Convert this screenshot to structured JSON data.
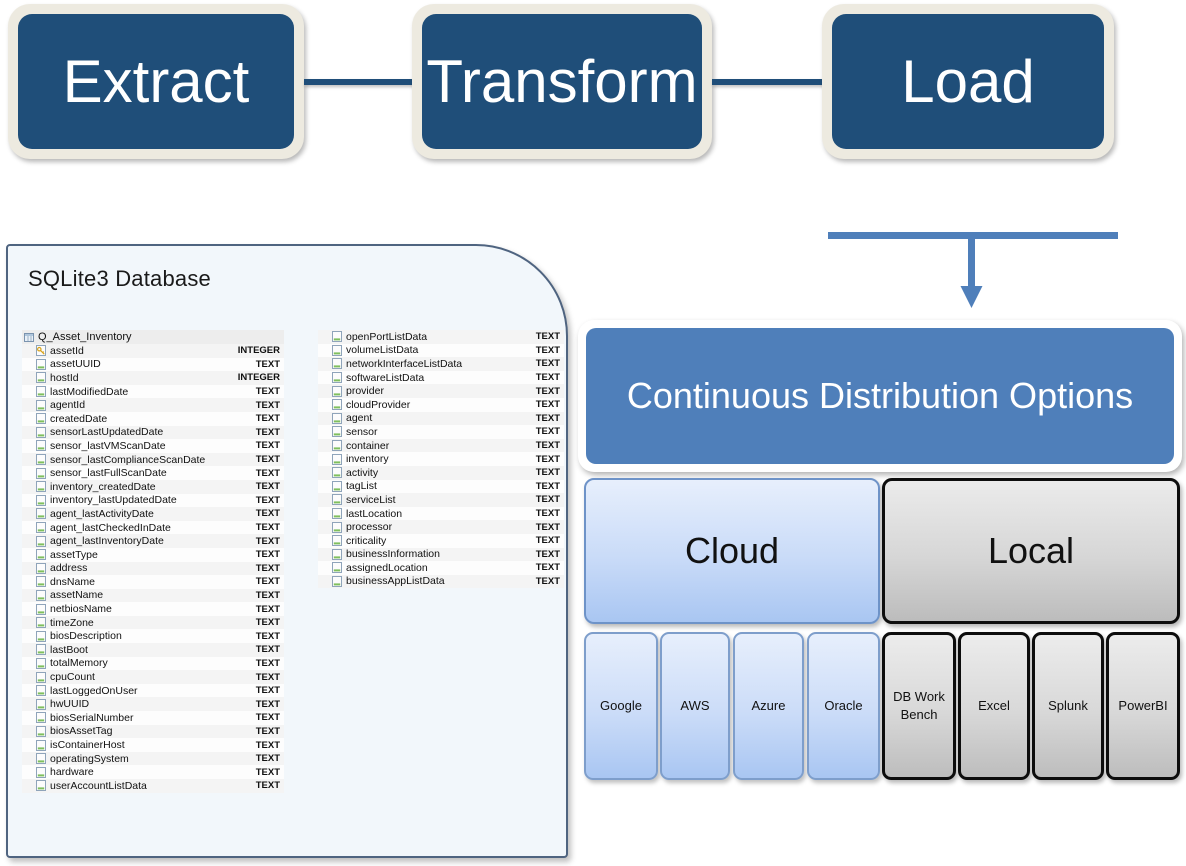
{
  "etl": {
    "steps": [
      {
        "label": "Extract"
      },
      {
        "label": "Transform"
      },
      {
        "label": "Load"
      }
    ]
  },
  "database": {
    "title": "SQLite3 Database",
    "table_name": "Q_Asset_Inventory",
    "columns_left": [
      {
        "name": "assetId",
        "type": "INTEGER",
        "icon": "primary-key-icon"
      },
      {
        "name": "assetUUID",
        "type": "TEXT",
        "icon": "column-icon"
      },
      {
        "name": "hostId",
        "type": "INTEGER",
        "icon": "column-icon"
      },
      {
        "name": "lastModifiedDate",
        "type": "TEXT",
        "icon": "column-icon"
      },
      {
        "name": "agentId",
        "type": "TEXT",
        "icon": "column-icon"
      },
      {
        "name": "createdDate",
        "type": "TEXT",
        "icon": "column-icon"
      },
      {
        "name": "sensorLastUpdatedDate",
        "type": "TEXT",
        "icon": "column-icon"
      },
      {
        "name": "sensor_lastVMScanDate",
        "type": "TEXT",
        "icon": "column-icon"
      },
      {
        "name": "sensor_lastComplianceScanDate",
        "type": "TEXT",
        "icon": "column-icon"
      },
      {
        "name": "sensor_lastFullScanDate",
        "type": "TEXT",
        "icon": "column-icon"
      },
      {
        "name": "inventory_createdDate",
        "type": "TEXT",
        "icon": "column-icon"
      },
      {
        "name": "inventory_lastUpdatedDate",
        "type": "TEXT",
        "icon": "column-icon"
      },
      {
        "name": "agent_lastActivityDate",
        "type": "TEXT",
        "icon": "column-icon"
      },
      {
        "name": "agent_lastCheckedInDate",
        "type": "TEXT",
        "icon": "column-icon"
      },
      {
        "name": "agent_lastInventoryDate",
        "type": "TEXT",
        "icon": "column-icon"
      },
      {
        "name": "assetType",
        "type": "TEXT",
        "icon": "column-icon"
      },
      {
        "name": "address",
        "type": "TEXT",
        "icon": "column-icon"
      },
      {
        "name": "dnsName",
        "type": "TEXT",
        "icon": "column-icon"
      },
      {
        "name": "assetName",
        "type": "TEXT",
        "icon": "column-icon"
      },
      {
        "name": "netbiosName",
        "type": "TEXT",
        "icon": "column-icon"
      },
      {
        "name": "timeZone",
        "type": "TEXT",
        "icon": "column-icon"
      },
      {
        "name": "biosDescription",
        "type": "TEXT",
        "icon": "column-icon"
      },
      {
        "name": "lastBoot",
        "type": "TEXT",
        "icon": "column-icon"
      },
      {
        "name": "totalMemory",
        "type": "TEXT",
        "icon": "column-icon"
      },
      {
        "name": "cpuCount",
        "type": "TEXT",
        "icon": "column-icon"
      },
      {
        "name": "lastLoggedOnUser",
        "type": "TEXT",
        "icon": "column-icon"
      },
      {
        "name": "hwUUID",
        "type": "TEXT",
        "icon": "column-icon"
      },
      {
        "name": "biosSerialNumber",
        "type": "TEXT",
        "icon": "column-icon"
      },
      {
        "name": "biosAssetTag",
        "type": "TEXT",
        "icon": "column-icon"
      },
      {
        "name": "isContainerHost",
        "type": "TEXT",
        "icon": "column-icon"
      },
      {
        "name": "operatingSystem",
        "type": "TEXT",
        "icon": "column-icon"
      },
      {
        "name": "hardware",
        "type": "TEXT",
        "icon": "column-icon"
      },
      {
        "name": "userAccountListData",
        "type": "TEXT",
        "icon": "column-icon"
      }
    ],
    "columns_right": [
      {
        "name": "openPortListData",
        "type": "TEXT",
        "icon": "column-icon"
      },
      {
        "name": "volumeListData",
        "type": "TEXT",
        "icon": "column-icon"
      },
      {
        "name": "networkInterfaceListData",
        "type": "TEXT",
        "icon": "column-icon"
      },
      {
        "name": "softwareListData",
        "type": "TEXT",
        "icon": "column-icon"
      },
      {
        "name": "provider",
        "type": "TEXT",
        "icon": "column-icon"
      },
      {
        "name": "cloudProvider",
        "type": "TEXT",
        "icon": "column-icon"
      },
      {
        "name": "agent",
        "type": "TEXT",
        "icon": "column-icon"
      },
      {
        "name": "sensor",
        "type": "TEXT",
        "icon": "column-icon"
      },
      {
        "name": "container",
        "type": "TEXT",
        "icon": "column-icon"
      },
      {
        "name": "inventory",
        "type": "TEXT",
        "icon": "column-icon"
      },
      {
        "name": "activity",
        "type": "TEXT",
        "icon": "column-icon"
      },
      {
        "name": "tagList",
        "type": "TEXT",
        "icon": "column-icon"
      },
      {
        "name": "serviceList",
        "type": "TEXT",
        "icon": "column-icon"
      },
      {
        "name": "lastLocation",
        "type": "TEXT",
        "icon": "column-icon"
      },
      {
        "name": "processor",
        "type": "TEXT",
        "icon": "column-icon"
      },
      {
        "name": "criticality",
        "type": "TEXT",
        "icon": "column-icon"
      },
      {
        "name": "businessInformation",
        "type": "TEXT",
        "icon": "column-icon"
      },
      {
        "name": "assignedLocation",
        "type": "TEXT",
        "icon": "column-icon"
      },
      {
        "name": "businessAppListData",
        "type": "TEXT",
        "icon": "column-icon"
      }
    ]
  },
  "distribution": {
    "title": "Continuous Distribution Options",
    "groups": [
      {
        "label": "Cloud",
        "kind": "cloud"
      },
      {
        "label": "Local",
        "kind": "local"
      }
    ],
    "tiles": [
      {
        "label": "Google",
        "kind": "cloud"
      },
      {
        "label": "AWS",
        "kind": "cloud"
      },
      {
        "label": "Azure",
        "kind": "cloud"
      },
      {
        "label": "Oracle",
        "kind": "cloud"
      },
      {
        "label": "DB Work Bench",
        "kind": "local"
      },
      {
        "label": "Excel",
        "kind": "local"
      },
      {
        "label": "Splunk",
        "kind": "local"
      },
      {
        "label": "PowerBI",
        "kind": "local"
      }
    ]
  },
  "colors": {
    "etl_fill": "#1F4E79",
    "etl_border": "#EDEAE0",
    "connector": "#1F4E79",
    "arrow": "#4F7FBA",
    "panel_accent": "#4F7FBA",
    "db_panel_bg": "#F2F7FB",
    "db_panel_border": "#4F6480",
    "cloud_tile": "#C9DBF8",
    "local_tile": "#D6D6D6"
  }
}
